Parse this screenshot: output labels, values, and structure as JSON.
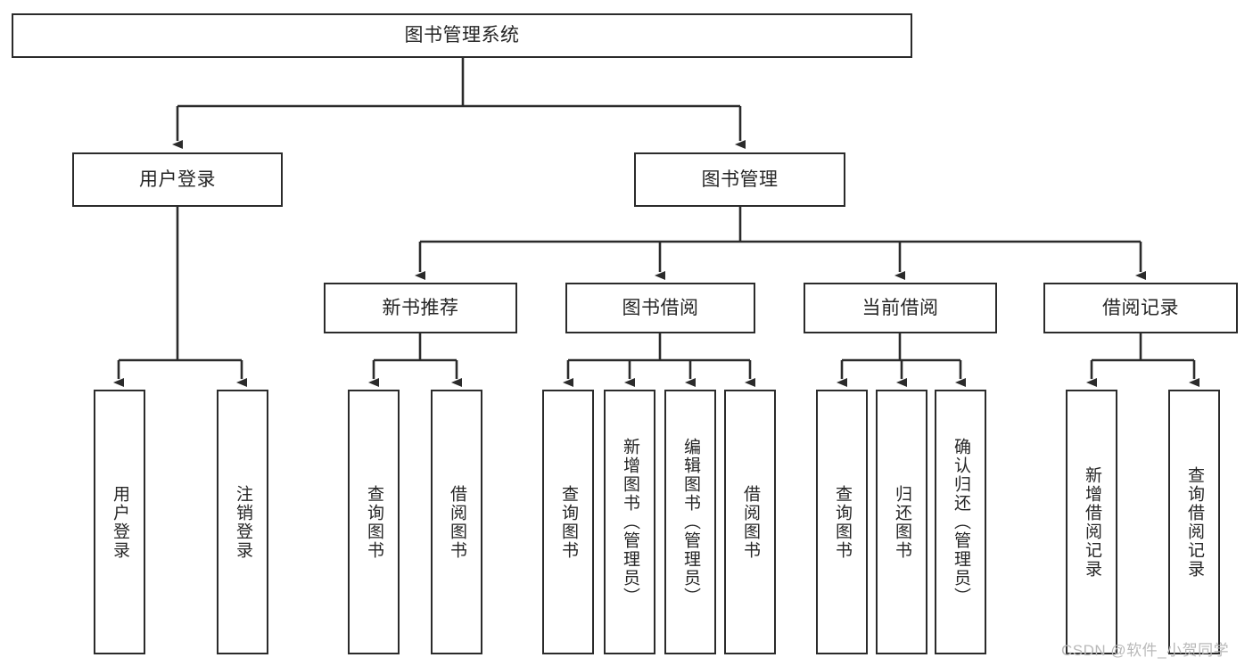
{
  "diagram": {
    "type": "tree",
    "title": "图书管理系统",
    "root": {
      "label": "图书管理系统"
    },
    "level1": [
      {
        "label": "用户登录"
      },
      {
        "label": "图书管理"
      }
    ],
    "level2": [
      {
        "label": "新书推荐",
        "parent": "图书管理"
      },
      {
        "label": "图书借阅",
        "parent": "图书管理"
      },
      {
        "label": "当前借阅",
        "parent": "图书管理"
      },
      {
        "label": "借阅记录",
        "parent": "图书管理"
      }
    ],
    "leaves": {
      "user_login": [
        {
          "label": "用户登录"
        },
        {
          "label": "注销登录"
        }
      ],
      "new_book_recommend": [
        {
          "label": "查询图书"
        },
        {
          "label": "借阅图书"
        }
      ],
      "book_borrow": [
        {
          "label": "查询图书"
        },
        {
          "label": "新增图书（管理员）"
        },
        {
          "label": "编辑图书（管理员）"
        },
        {
          "label": "借阅图书"
        }
      ],
      "current_borrow": [
        {
          "label": "查询图书"
        },
        {
          "label": "归还图书"
        },
        {
          "label": "确认归还（管理员）"
        }
      ],
      "borrow_record": [
        {
          "label": "新增借阅记录"
        },
        {
          "label": "查询借阅记录"
        }
      ]
    },
    "colors": {
      "box_border": "#2b2b2b",
      "box_fill": "#ffffff",
      "text": "#262626",
      "edge": "#2b2b2b",
      "watermark": "#b9b9b9"
    }
  },
  "watermark": {
    "text": "CSDN @软件_小贺同学"
  }
}
